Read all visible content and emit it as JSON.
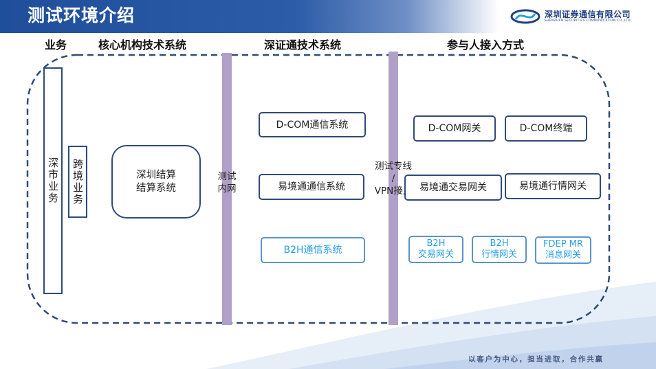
{
  "header": {
    "title": "测试环境介绍",
    "logo_name": "深圳证券通信有限公司",
    "logo_en": "SHENZHEN SECURITIES COMMUNICATION CO.,LTD."
  },
  "columns": {
    "business": "业务",
    "core": "核心机构技术系统",
    "szt": "深证通技术系统",
    "participant": "参与人接入方式"
  },
  "business": {
    "shenzhen": "深市业务",
    "cross_border": "跨境业务"
  },
  "core": {
    "settlement": "深圳结算\n结算系统"
  },
  "network": {
    "test_intranet": "测试\n内网",
    "test_line": "测试专线\n/\nVPN接入"
  },
  "szt_systems": {
    "dcom": "D-COM通信系统",
    "yijing": "易境通通信系统",
    "b2h": "B2H通信系统"
  },
  "access": {
    "dcom_gateway": "D-COM网关",
    "dcom_terminal": "D-COM终端",
    "yijing_trade": "易境通交易网关",
    "yijing_market": "易境通行情网关",
    "b2h_trade": "B2H\n交易网关",
    "b2h_market": "B2H\n行情网关",
    "fdep": "FDEP MR\n消息网关"
  },
  "footer": {
    "slogan": "以客户为中心，担当进取，合作共赢"
  },
  "colors": {
    "header_blue": "#1f4e9a",
    "box_border": "#2f4a7a",
    "light_border": "#5a93cf",
    "light_text": "#2aa0e0",
    "bar": "#b0a0c8",
    "dash": "#2f4a7a"
  }
}
